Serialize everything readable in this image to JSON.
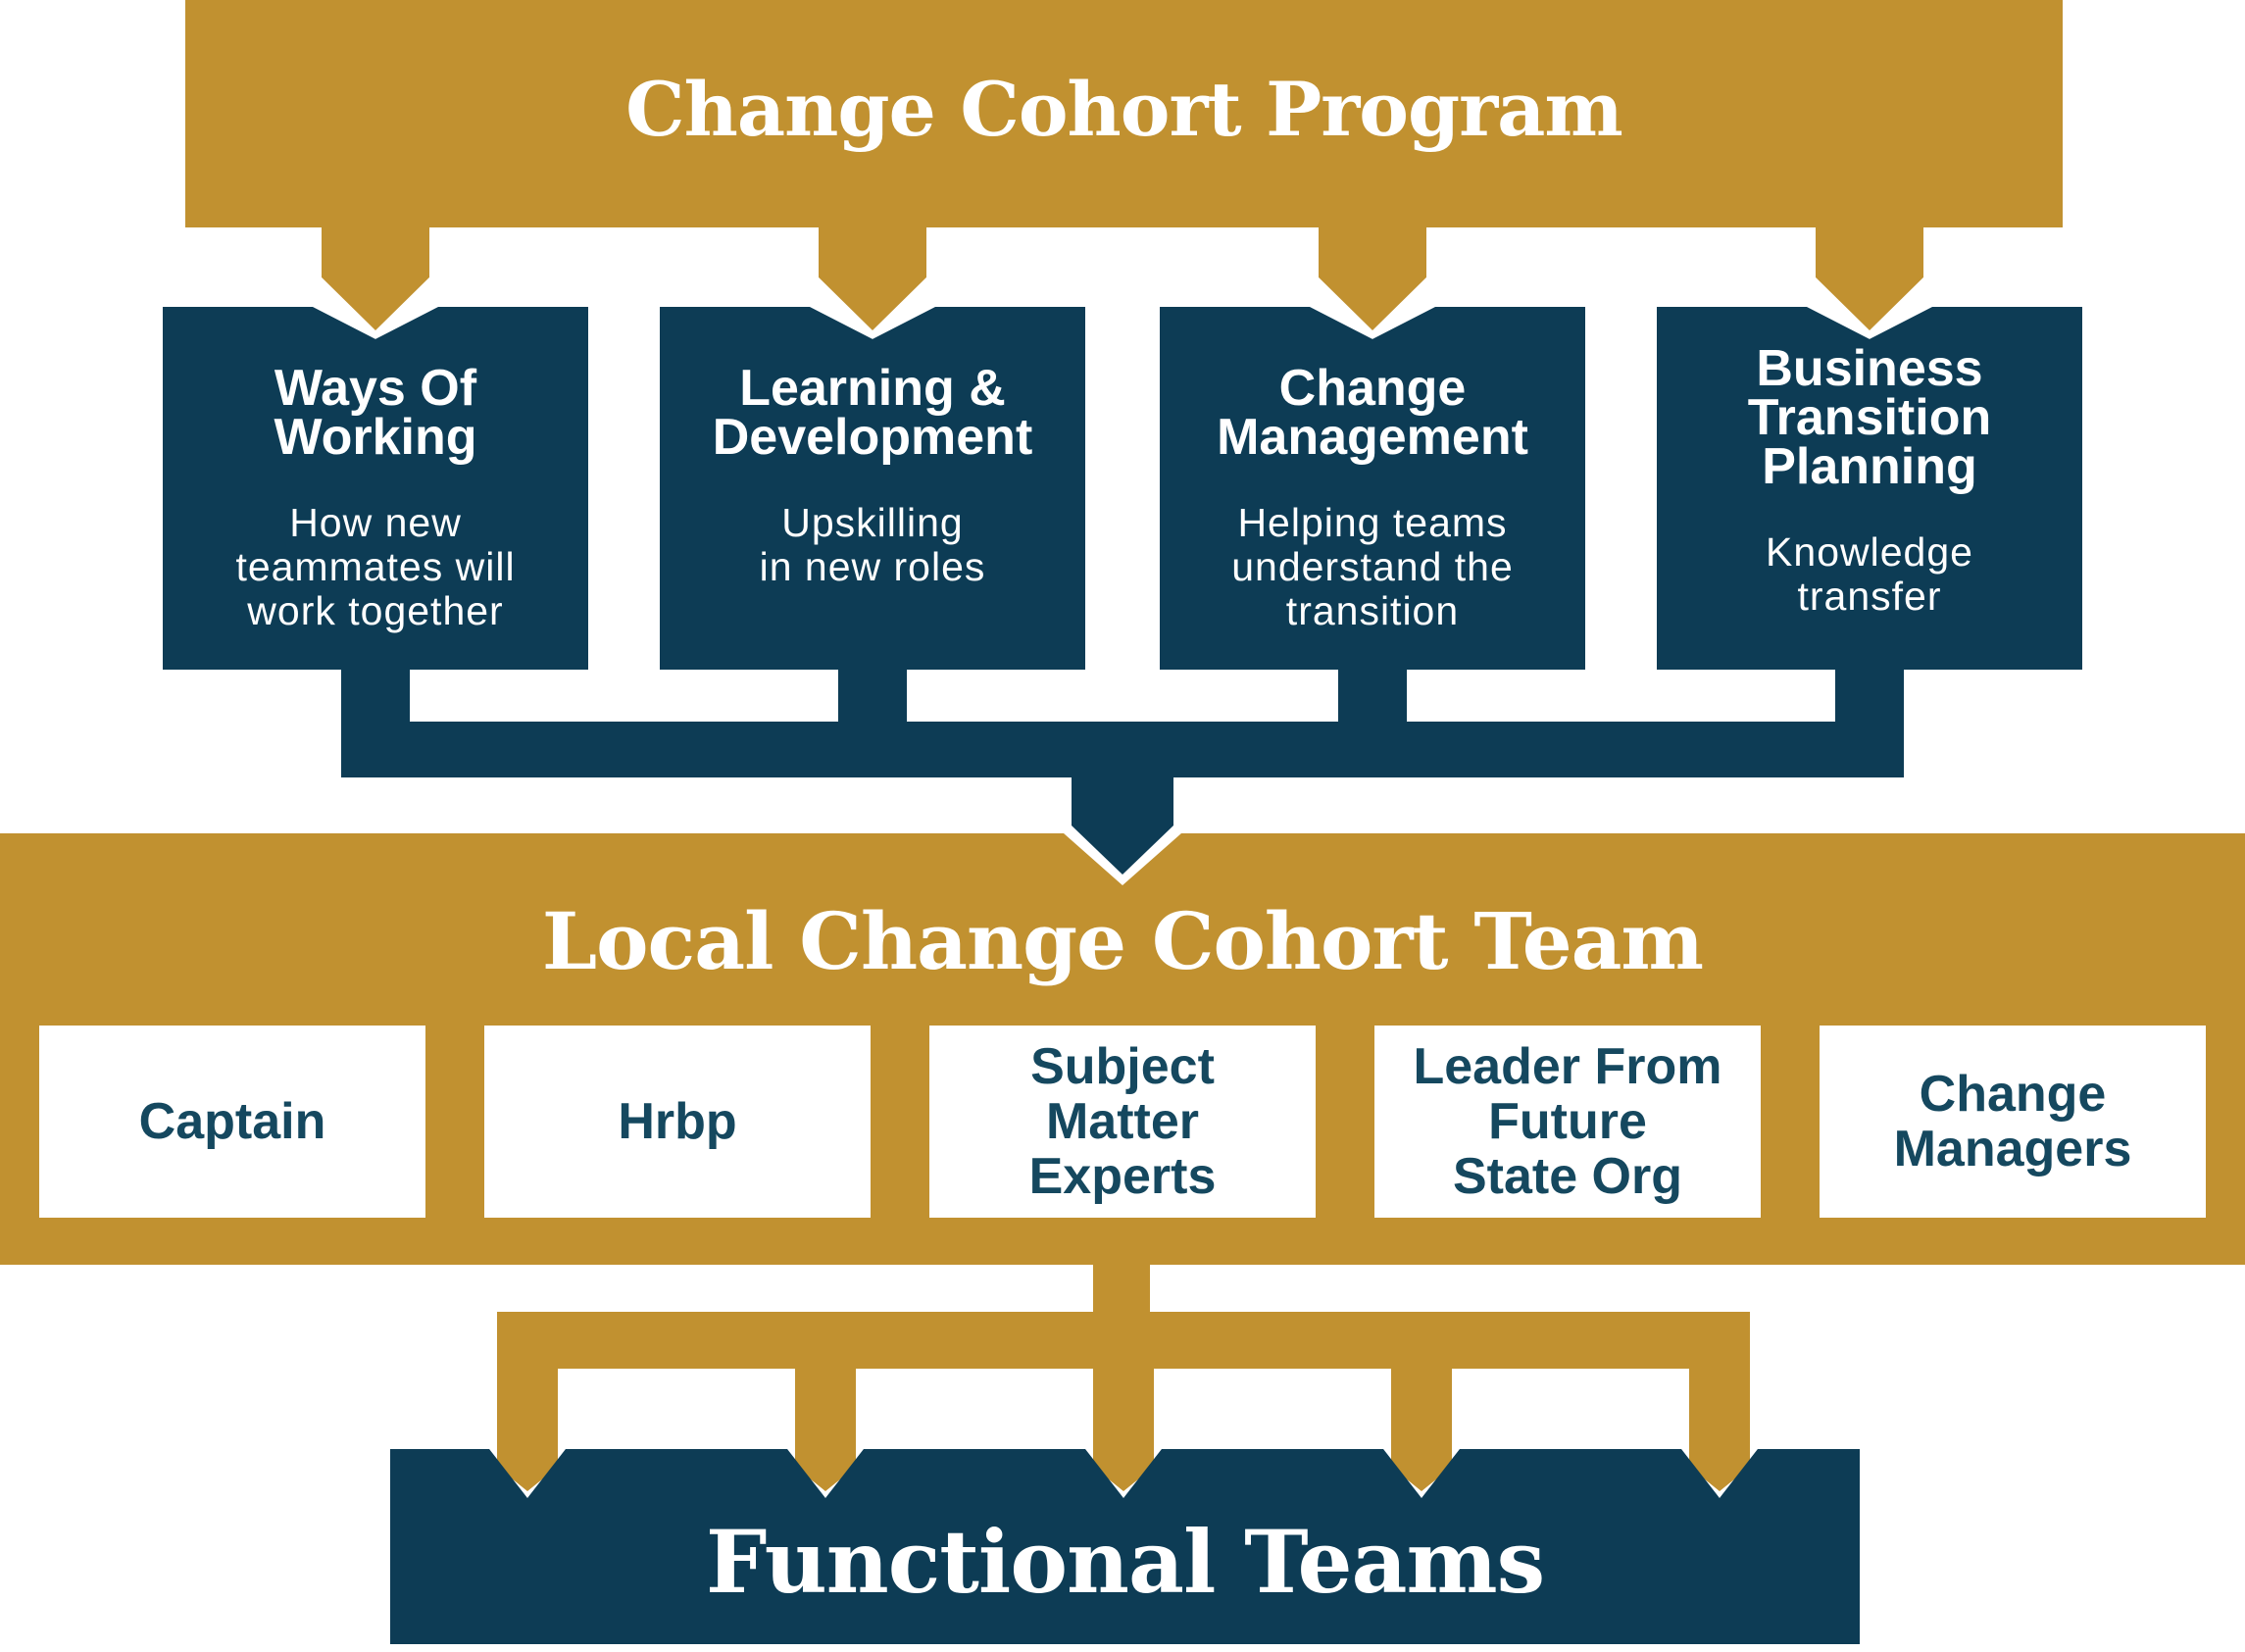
{
  "colors": {
    "gold": "#C19130",
    "navy": "#0D3C55",
    "label_blue": "#15485F",
    "white": "#FFFFFF"
  },
  "top_banner": {
    "title": "Change Cohort Program"
  },
  "program_boxes": [
    {
      "heading": "Ways Of\nWorking",
      "description": "How new\nteammates will\nwork together"
    },
    {
      "heading": "Learning &\nDevelopment",
      "description": "Upskilling\nin new roles"
    },
    {
      "heading": "Change\nManagement",
      "description": "Helping teams\nunderstand the\ntransition"
    },
    {
      "heading": "Business\nTransition\nPlanning",
      "description": "Knowledge\ntransfer"
    }
  ],
  "middle_band": {
    "title": "Local Change Cohort Team",
    "roles": [
      "Captain",
      "Hrbp",
      "Subject\nMatter\nExperts",
      "Leader From\nFuture\nState Org",
      "Change\nManagers"
    ]
  },
  "bottom_box": {
    "title": "Functional Teams"
  }
}
